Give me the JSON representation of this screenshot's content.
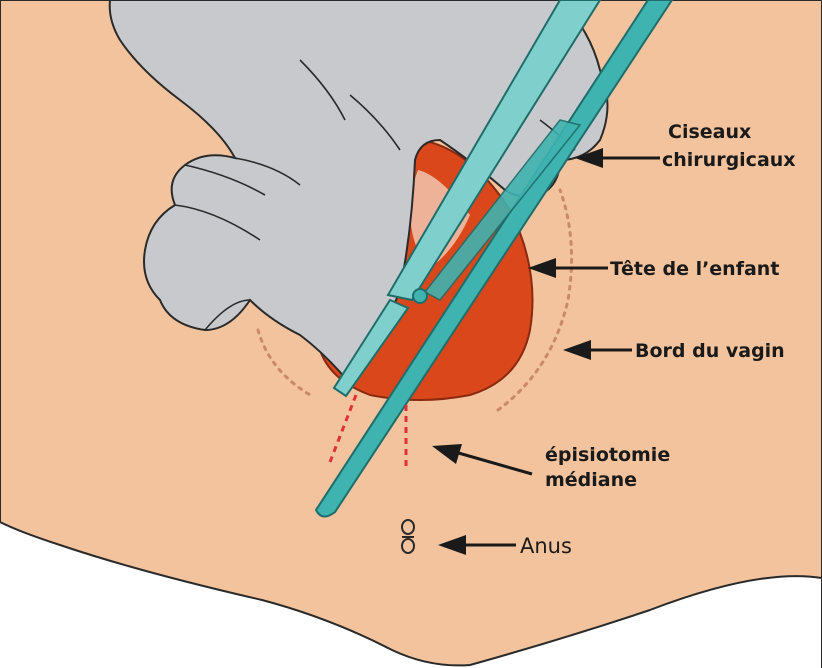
{
  "labels": {
    "scissors_line1": "Ciseaux",
    "scissors_line2": "chirurgicaux",
    "head": "Tête de l’enfant",
    "vagina_edge": "Bord du  vagin",
    "episiotomy_line1": "épisiotomie",
    "episiotomy_line2": "médiane",
    "anus": "Anus"
  },
  "colors": {
    "skin": "#f2c39c",
    "glove": "#c7c9cc",
    "head": "#d9471a",
    "scissors": "#3fb3b0",
    "outline": "#2a2a2a",
    "dotted_edge": "#c98a6a",
    "incision": "#e0303a"
  }
}
